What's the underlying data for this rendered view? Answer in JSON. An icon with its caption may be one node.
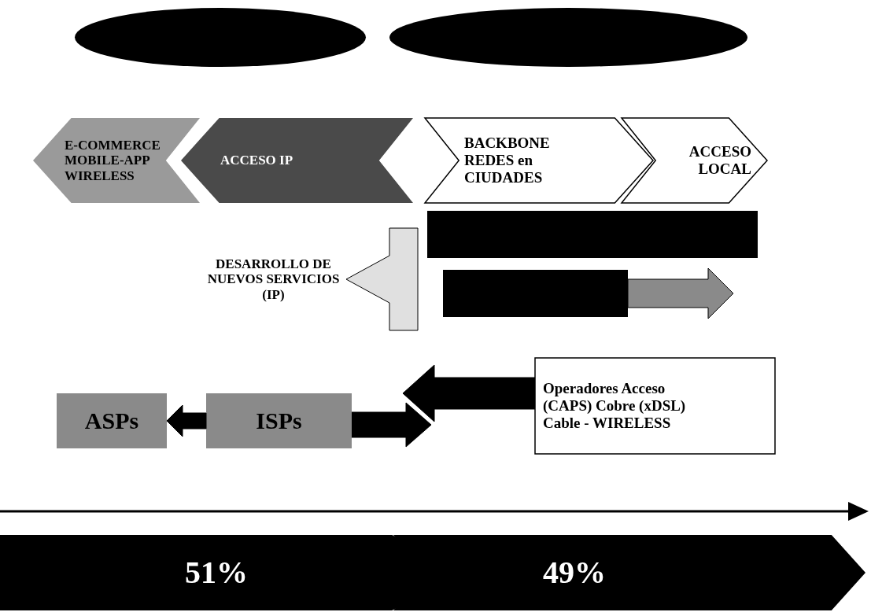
{
  "diagram": {
    "nodes": [
      {
        "text": [],
        "shape": "ellipse"
      },
      {
        "text": [],
        "shape": "ellipse"
      },
      {
        "text": [
          "E-COMMERCE MOBILE-APP WIRELESS"
        ]
      },
      {
        "text": [
          "ACCESO IP"
        ]
      },
      {
        "text": [
          "BACKBONE REDES en CIUDADES"
        ]
      },
      {
        "text": [
          "ACCESO LOCAL"
        ]
      },
      {
        "text": [
          "DESARROLLO DE NUEVOS SERVICIOS (IP)"
        ]
      },
      {
        "text": [],
        "shape": "bar"
      },
      {
        "text": [],
        "shape": "bar"
      },
      {
        "text": [
          "Operadores Acceso (CAPS) Cobre (xDSL) Cable - WIRELESS"
        ]
      },
      {
        "text": [
          "ASPs"
        ]
      },
      {
        "text": [
          "ISPs"
        ]
      },
      {
        "text": [
          "51%"
        ]
      },
      {
        "text": [
          "49%"
        ]
      }
    ],
    "edges": [
      {
        "from": null,
        "to": 6,
        "arrow": "to",
        "style": "thick",
        "color": "#e0e0e0"
      },
      {
        "from": 8,
        "to": null,
        "arrow": "to",
        "style": "thick",
        "color": "#8a8a8a"
      },
      {
        "from": 9,
        "to": null,
        "arrow": "to",
        "style": "thick"
      },
      {
        "from": 11,
        "to": 10,
        "arrow": "to",
        "style": "thick"
      },
      {
        "from": 11,
        "to": null,
        "arrow": "to",
        "style": "thick"
      }
    ]
  }
}
